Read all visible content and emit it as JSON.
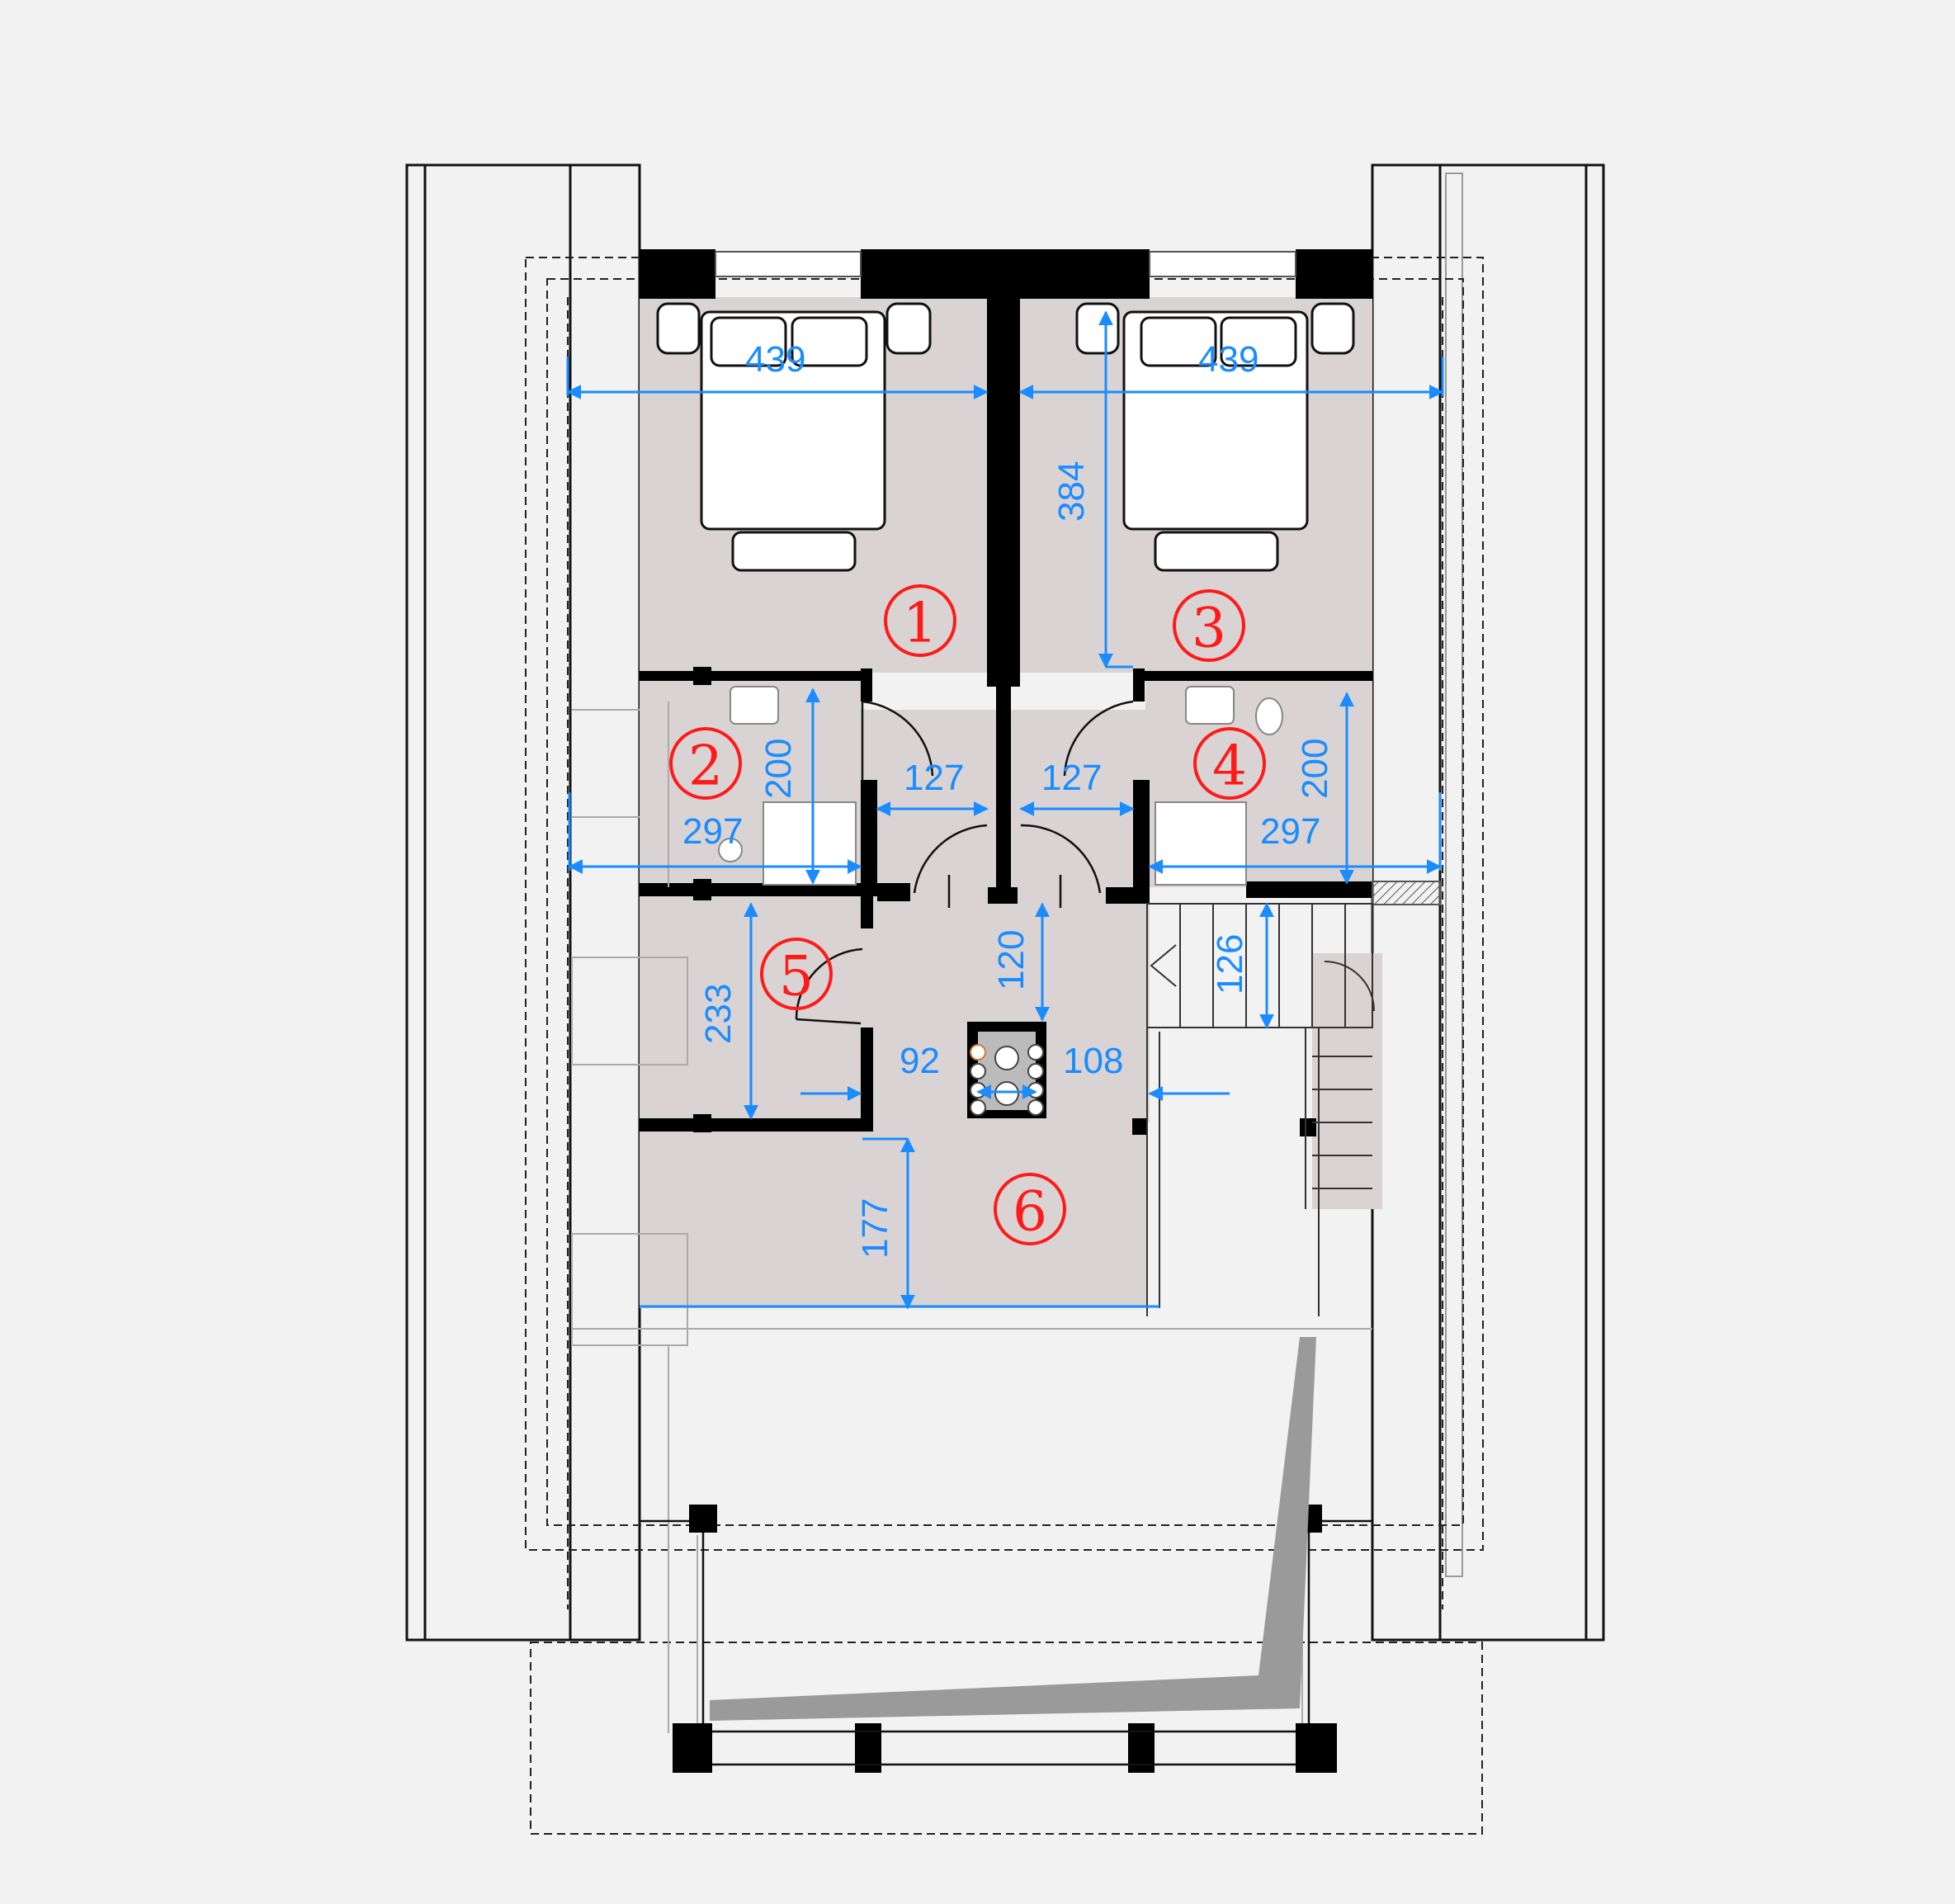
{
  "plan": {
    "rooms": [
      {
        "id": "room-1",
        "number": "1"
      },
      {
        "id": "room-2",
        "number": "2"
      },
      {
        "id": "room-3",
        "number": "3"
      },
      {
        "id": "room-4",
        "number": "4"
      },
      {
        "id": "room-5",
        "number": "5"
      },
      {
        "id": "room-6",
        "number": "6"
      }
    ],
    "dimensions": {
      "bedroom_left_width": "439",
      "bedroom_right_width": "439",
      "bedroom_right_depth": "384",
      "bath_left_depth": "200",
      "bath_right_depth": "200",
      "bath_left_width": "297",
      "bath_right_width": "297",
      "corridor_left": "127",
      "corridor_right": "127",
      "hall_gap": "120",
      "stair_gap": "126",
      "room5_depth": "233",
      "island_left": "92",
      "island_right": "108",
      "living_depth": "177"
    },
    "colors": {
      "room_fill": "#d9d3d3",
      "wall": "#000000",
      "dimension": "#1a8cff",
      "room_number": "#ff1a1a",
      "outline": "#111111"
    }
  }
}
